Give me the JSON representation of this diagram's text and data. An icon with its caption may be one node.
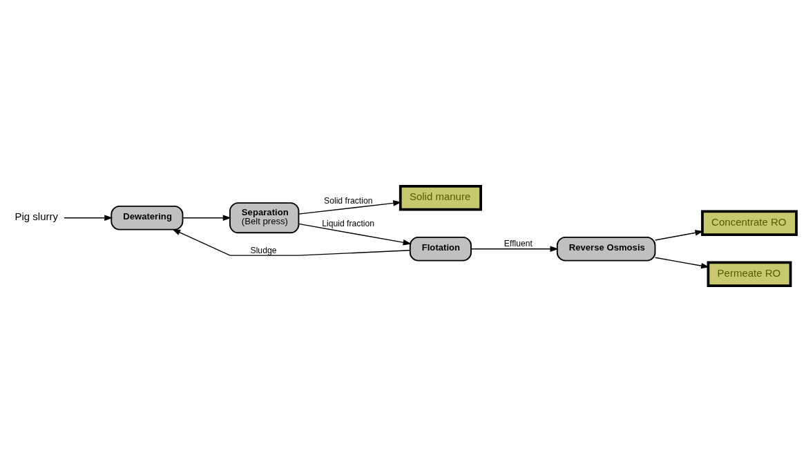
{
  "diagram": {
    "nodes": [
      {
        "text": [
          "Pig slurry"
        ]
      },
      {
        "text": [
          "Dewatering"
        ]
      },
      {
        "text": [
          "Separation",
          "(Belt press)"
        ]
      },
      {
        "text": [
          "Solid manure"
        ]
      },
      {
        "text": [
          "Flotation"
        ]
      },
      {
        "text": [
          "Reverse Osmosis"
        ]
      },
      {
        "text": [
          "Concentrate RO"
        ]
      },
      {
        "text": [
          "Permeate RO"
        ]
      }
    ],
    "edges": [
      {
        "from": 0,
        "to": 1,
        "arrow": "to"
      },
      {
        "from": 1,
        "to": 2,
        "arrow": "to"
      },
      {
        "from": 2,
        "to": 3,
        "arrow": "to",
        "label": "Solid fraction"
      },
      {
        "from": 2,
        "to": 4,
        "arrow": "to",
        "label": "Liquid fraction"
      },
      {
        "from": 4,
        "to": 1,
        "arrow": "to",
        "label": "Sludge"
      },
      {
        "from": 4,
        "to": 5,
        "arrow": "to",
        "label": "Effluent"
      },
      {
        "from": 5,
        "to": 6,
        "arrow": "to"
      },
      {
        "from": 5,
        "to": 7,
        "arrow": "to"
      }
    ]
  }
}
